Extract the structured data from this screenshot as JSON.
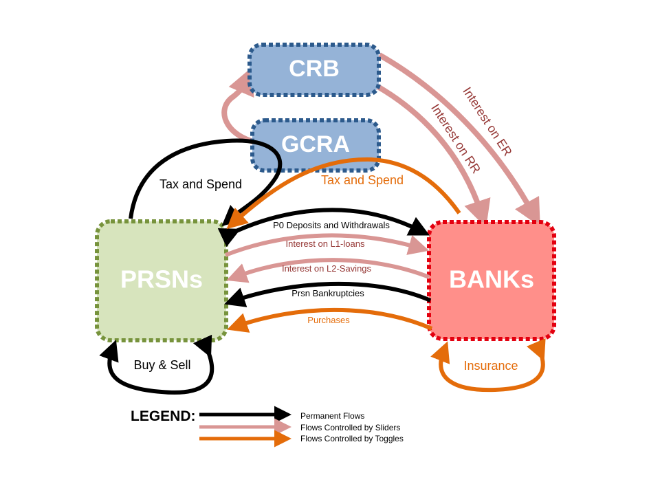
{
  "colors": {
    "permanent": "#000000",
    "slider": "#d99694",
    "toggle": "#e46c0a",
    "slider_text": "#953735",
    "toggle_text": "#e46c0a",
    "crb_fill": "#95b3d7",
    "crb_border": "#2c5a8c",
    "prsns_fill": "#d7e4bd",
    "prsns_border": "#77933c",
    "banks_fill": "#ff8f8a",
    "banks_border": "#e3000f"
  },
  "nodes": {
    "crb": "CRB",
    "gcra": "GCRA",
    "prsns": "PRSNs",
    "banks": "BANKs"
  },
  "flows": {
    "tax_spend_black": "Tax and Spend",
    "tax_spend_orange": "Tax and Spend",
    "interest_er": "Interest on ER",
    "interest_rr": "Interest on RR",
    "p0_deposits": "P0 Deposits and Withdrawals",
    "interest_l1": "Interest on L1-loans",
    "interest_l2": "Interest on L2-Savings",
    "prsn_bankruptcies": "Prsn Bankruptcies",
    "purchases": "Purchases",
    "buy_sell": "Buy & Sell",
    "insurance": "Insurance"
  },
  "legend": {
    "title": "LEGEND:",
    "permanent": "Permanent Flows",
    "sliders": "Flows Controlled by Sliders",
    "toggles": "Flows Controlled by Toggles"
  }
}
